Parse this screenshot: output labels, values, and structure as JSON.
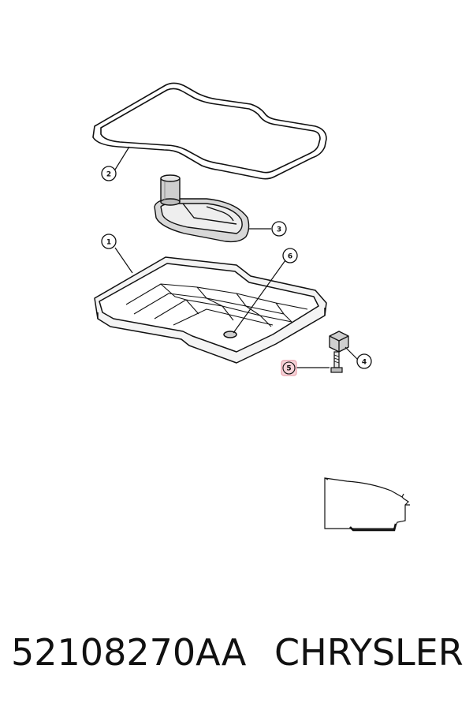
{
  "callouts": {
    "c1": "1",
    "c2": "2",
    "c3": "3",
    "c4": "4",
    "c5": "5",
    "c6": "6"
  },
  "highlight_color": "#e8a0ab",
  "footer": {
    "part_number": "52108270AA",
    "brand": "CHRYSLER"
  }
}
